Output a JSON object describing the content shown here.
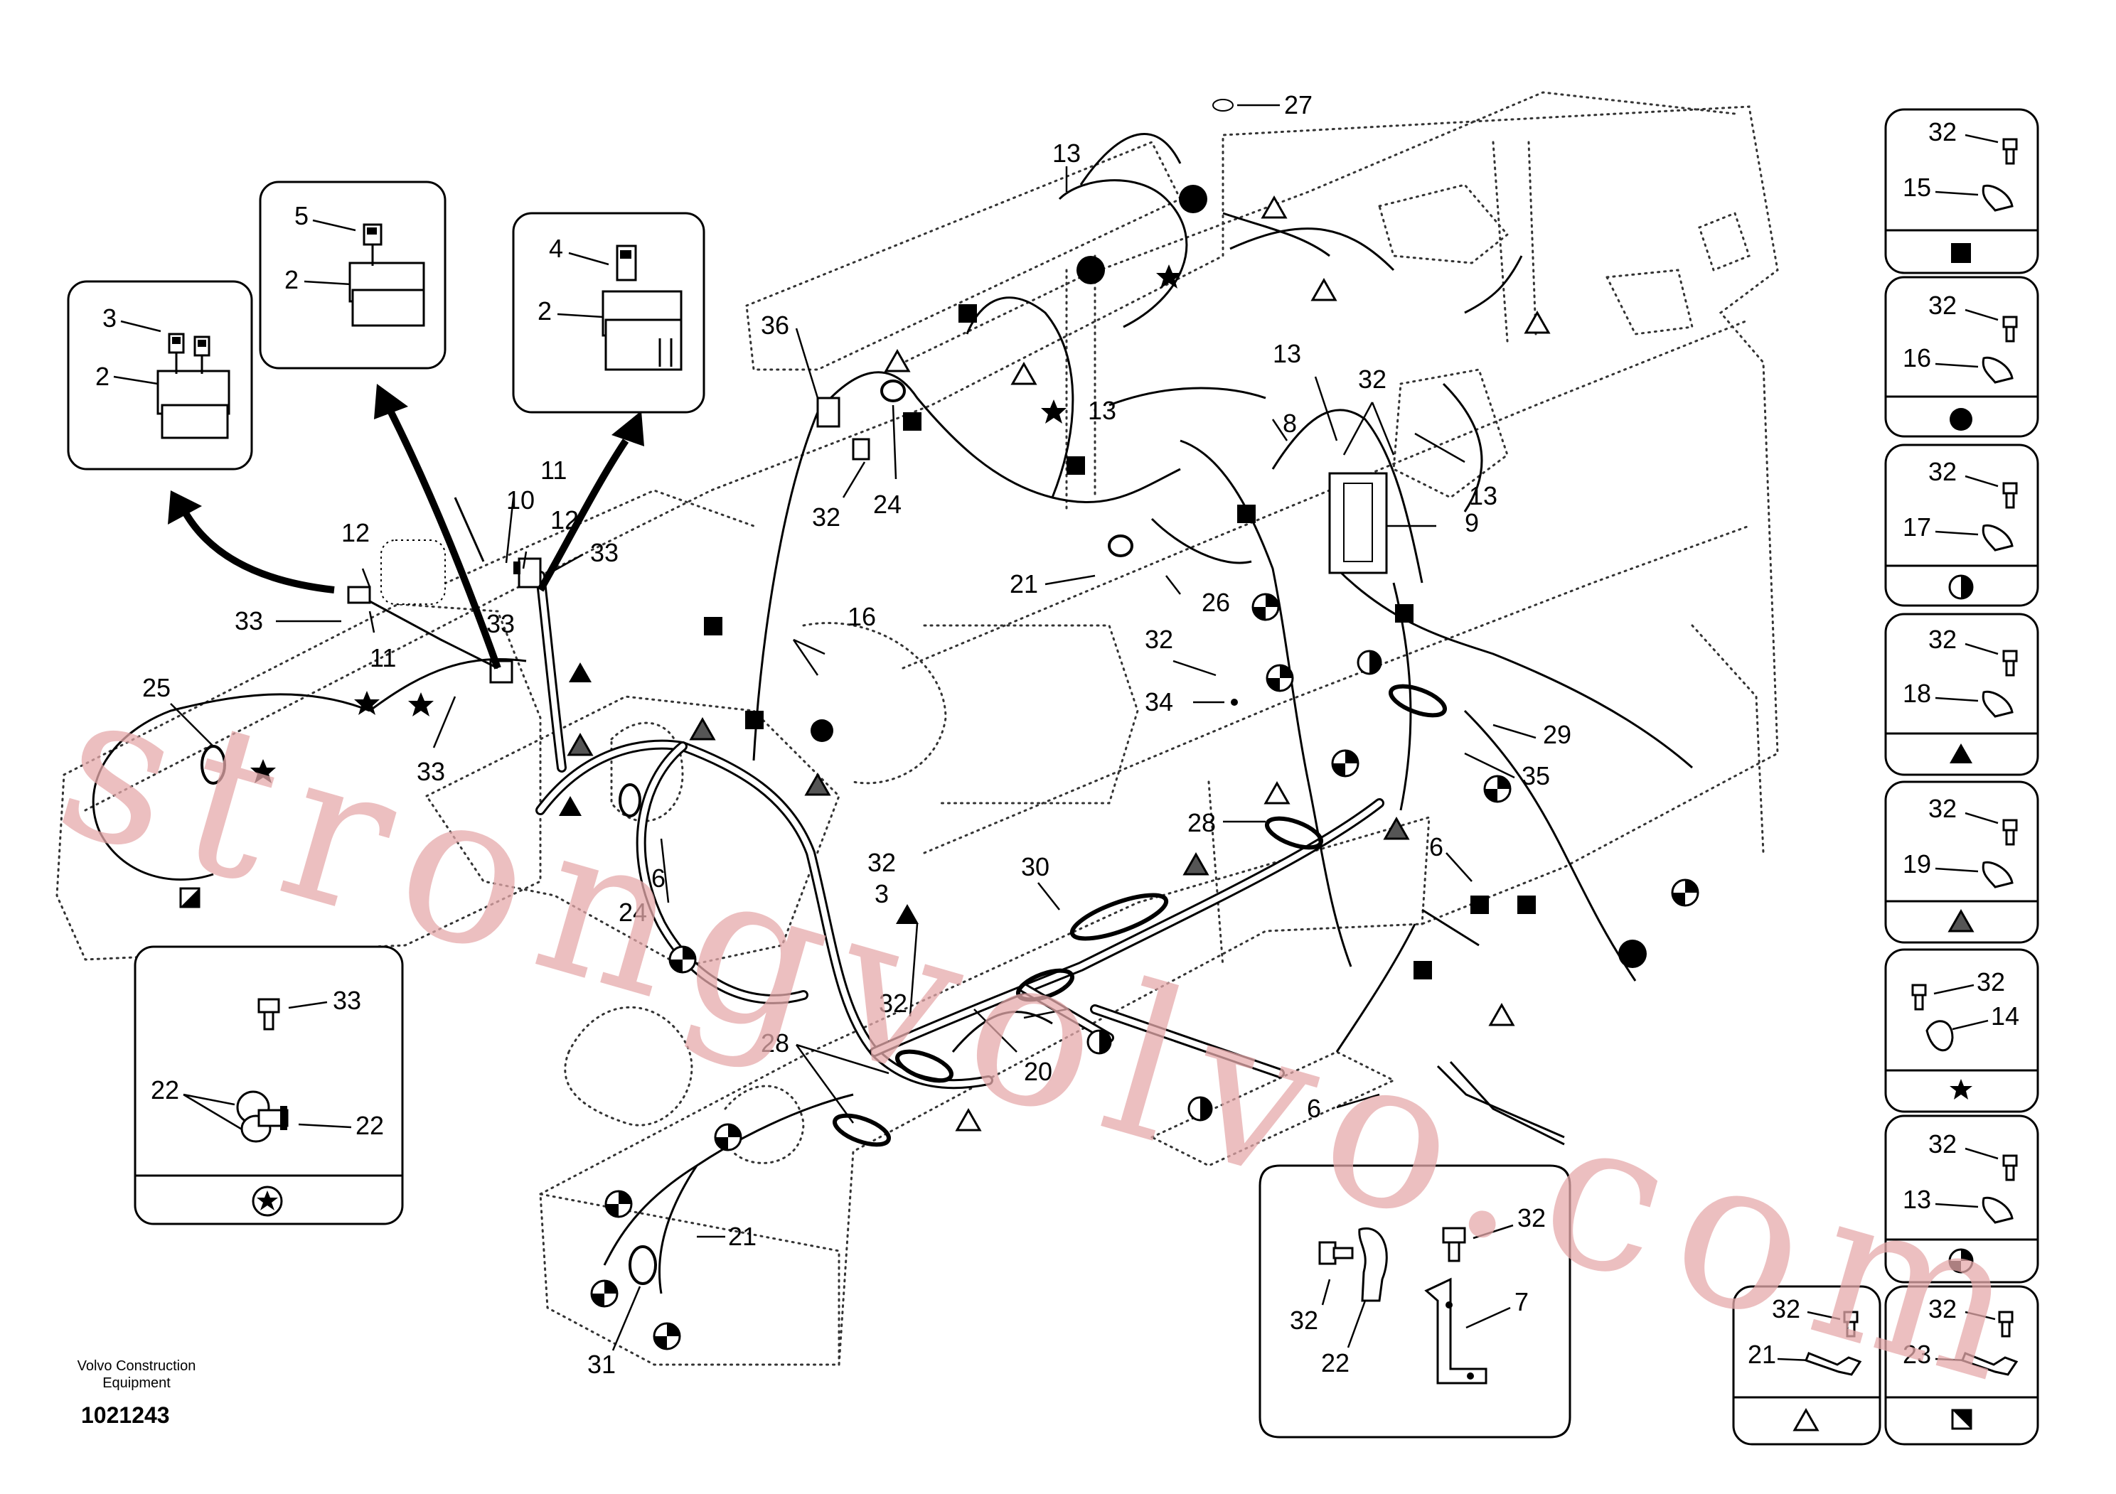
{
  "watermark": "strongvolvo.com",
  "footer": {
    "company_line1": "Volvo Construction",
    "company_line2": "Equipment",
    "figure_number": "1021243"
  },
  "callouts": [
    "27",
    "13",
    "13",
    "13",
    "13",
    "36",
    "32",
    "24",
    "12",
    "11",
    "10",
    "12",
    "33",
    "33",
    "33",
    "11",
    "33",
    "25",
    "16",
    "8",
    "32",
    "9",
    "21",
    "26",
    "32",
    "34",
    "29",
    "35",
    "28",
    "28",
    "6",
    "6",
    "24",
    "32",
    "3",
    "30",
    "32",
    "20",
    "6",
    "21",
    "31"
  ],
  "detail_relay_a": {
    "labels": [
      "3",
      "2"
    ]
  },
  "detail_relay_b": {
    "labels": [
      "5",
      "2"
    ]
  },
  "detail_relay_c": {
    "labels": [
      "4",
      "2"
    ]
  },
  "detail_star": {
    "labels": [
      "33",
      "22",
      "22"
    ],
    "symbol": "star"
  },
  "detail_bracket": {
    "labels": [
      "32",
      "32",
      "22",
      "7"
    ]
  },
  "legend": [
    {
      "top": "32",
      "bottom": "15",
      "symbol": "filled-square"
    },
    {
      "top": "32",
      "bottom": "16",
      "symbol": "filled-circle"
    },
    {
      "top": "32",
      "bottom": "17",
      "symbol": "half-circle"
    },
    {
      "top": "32",
      "bottom": "18",
      "symbol": "filled-triangle"
    },
    {
      "top": "32",
      "bottom": "19",
      "symbol": "hatched-triangle"
    },
    {
      "top": "32",
      "bottom": "14",
      "symbol": "star"
    },
    {
      "top": "32",
      "bottom": "13",
      "symbol": "quartered-circle"
    },
    {
      "top": "32",
      "bottom": "21",
      "symbol": "open-triangle"
    },
    {
      "top": "32",
      "bottom": "23",
      "symbol": "half-square"
    }
  ]
}
